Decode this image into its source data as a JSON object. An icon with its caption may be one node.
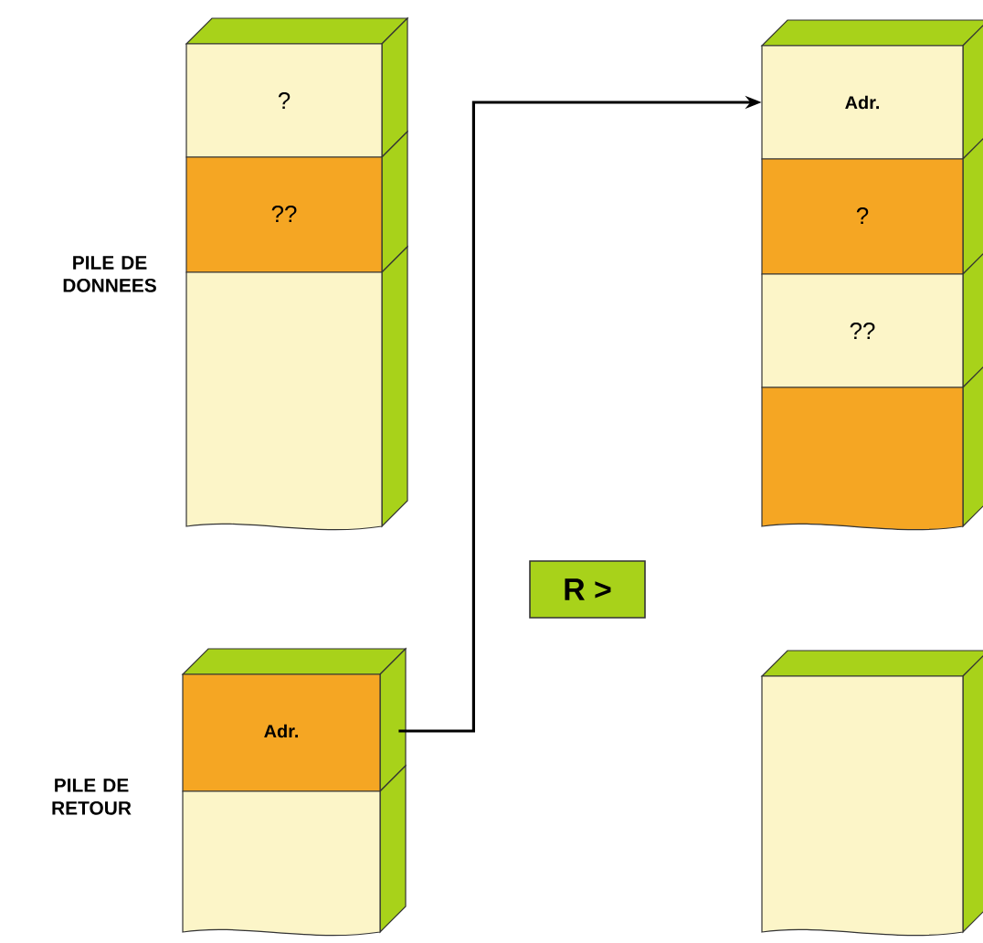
{
  "diagram": {
    "nodes": [
      {
        "text": [
          "?"
        ]
      },
      {
        "text": [
          "??"
        ]
      },
      {
        "text": [],
        "shape": "box"
      },
      {
        "text": [
          "Adr."
        ]
      },
      {
        "text": [
          "?"
        ]
      },
      {
        "text": [
          "??"
        ]
      },
      {
        "text": [],
        "shape": "box"
      },
      {
        "text": [
          "R >"
        ]
      },
      {
        "text": [
          "Adr."
        ]
      },
      {
        "text": [],
        "shape": "box"
      },
      {
        "text": [],
        "shape": "box"
      }
    ],
    "edges": [
      {
        "from": 8,
        "to": 3,
        "arrow": "to"
      }
    ],
    "labels": [
      "PILE DE DONNEES",
      "PILE DE RETOUR"
    ]
  }
}
